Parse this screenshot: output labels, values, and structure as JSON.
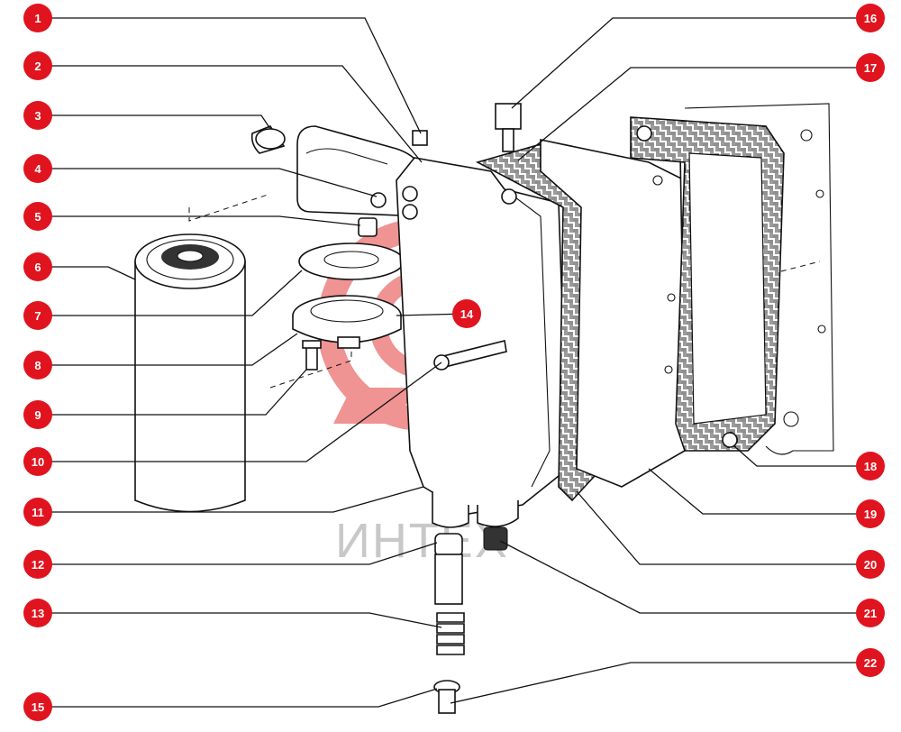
{
  "watermark": {
    "text": "ИНТЕХ",
    "color": "#e23b3b"
  },
  "accent": "#e0141e",
  "callouts": [
    "1",
    "2",
    "3",
    "4",
    "5",
    "6",
    "7",
    "8",
    "9",
    "10",
    "11",
    "12",
    "13",
    "14",
    "15",
    "16",
    "17",
    "18",
    "19",
    "20",
    "21",
    "22"
  ]
}
